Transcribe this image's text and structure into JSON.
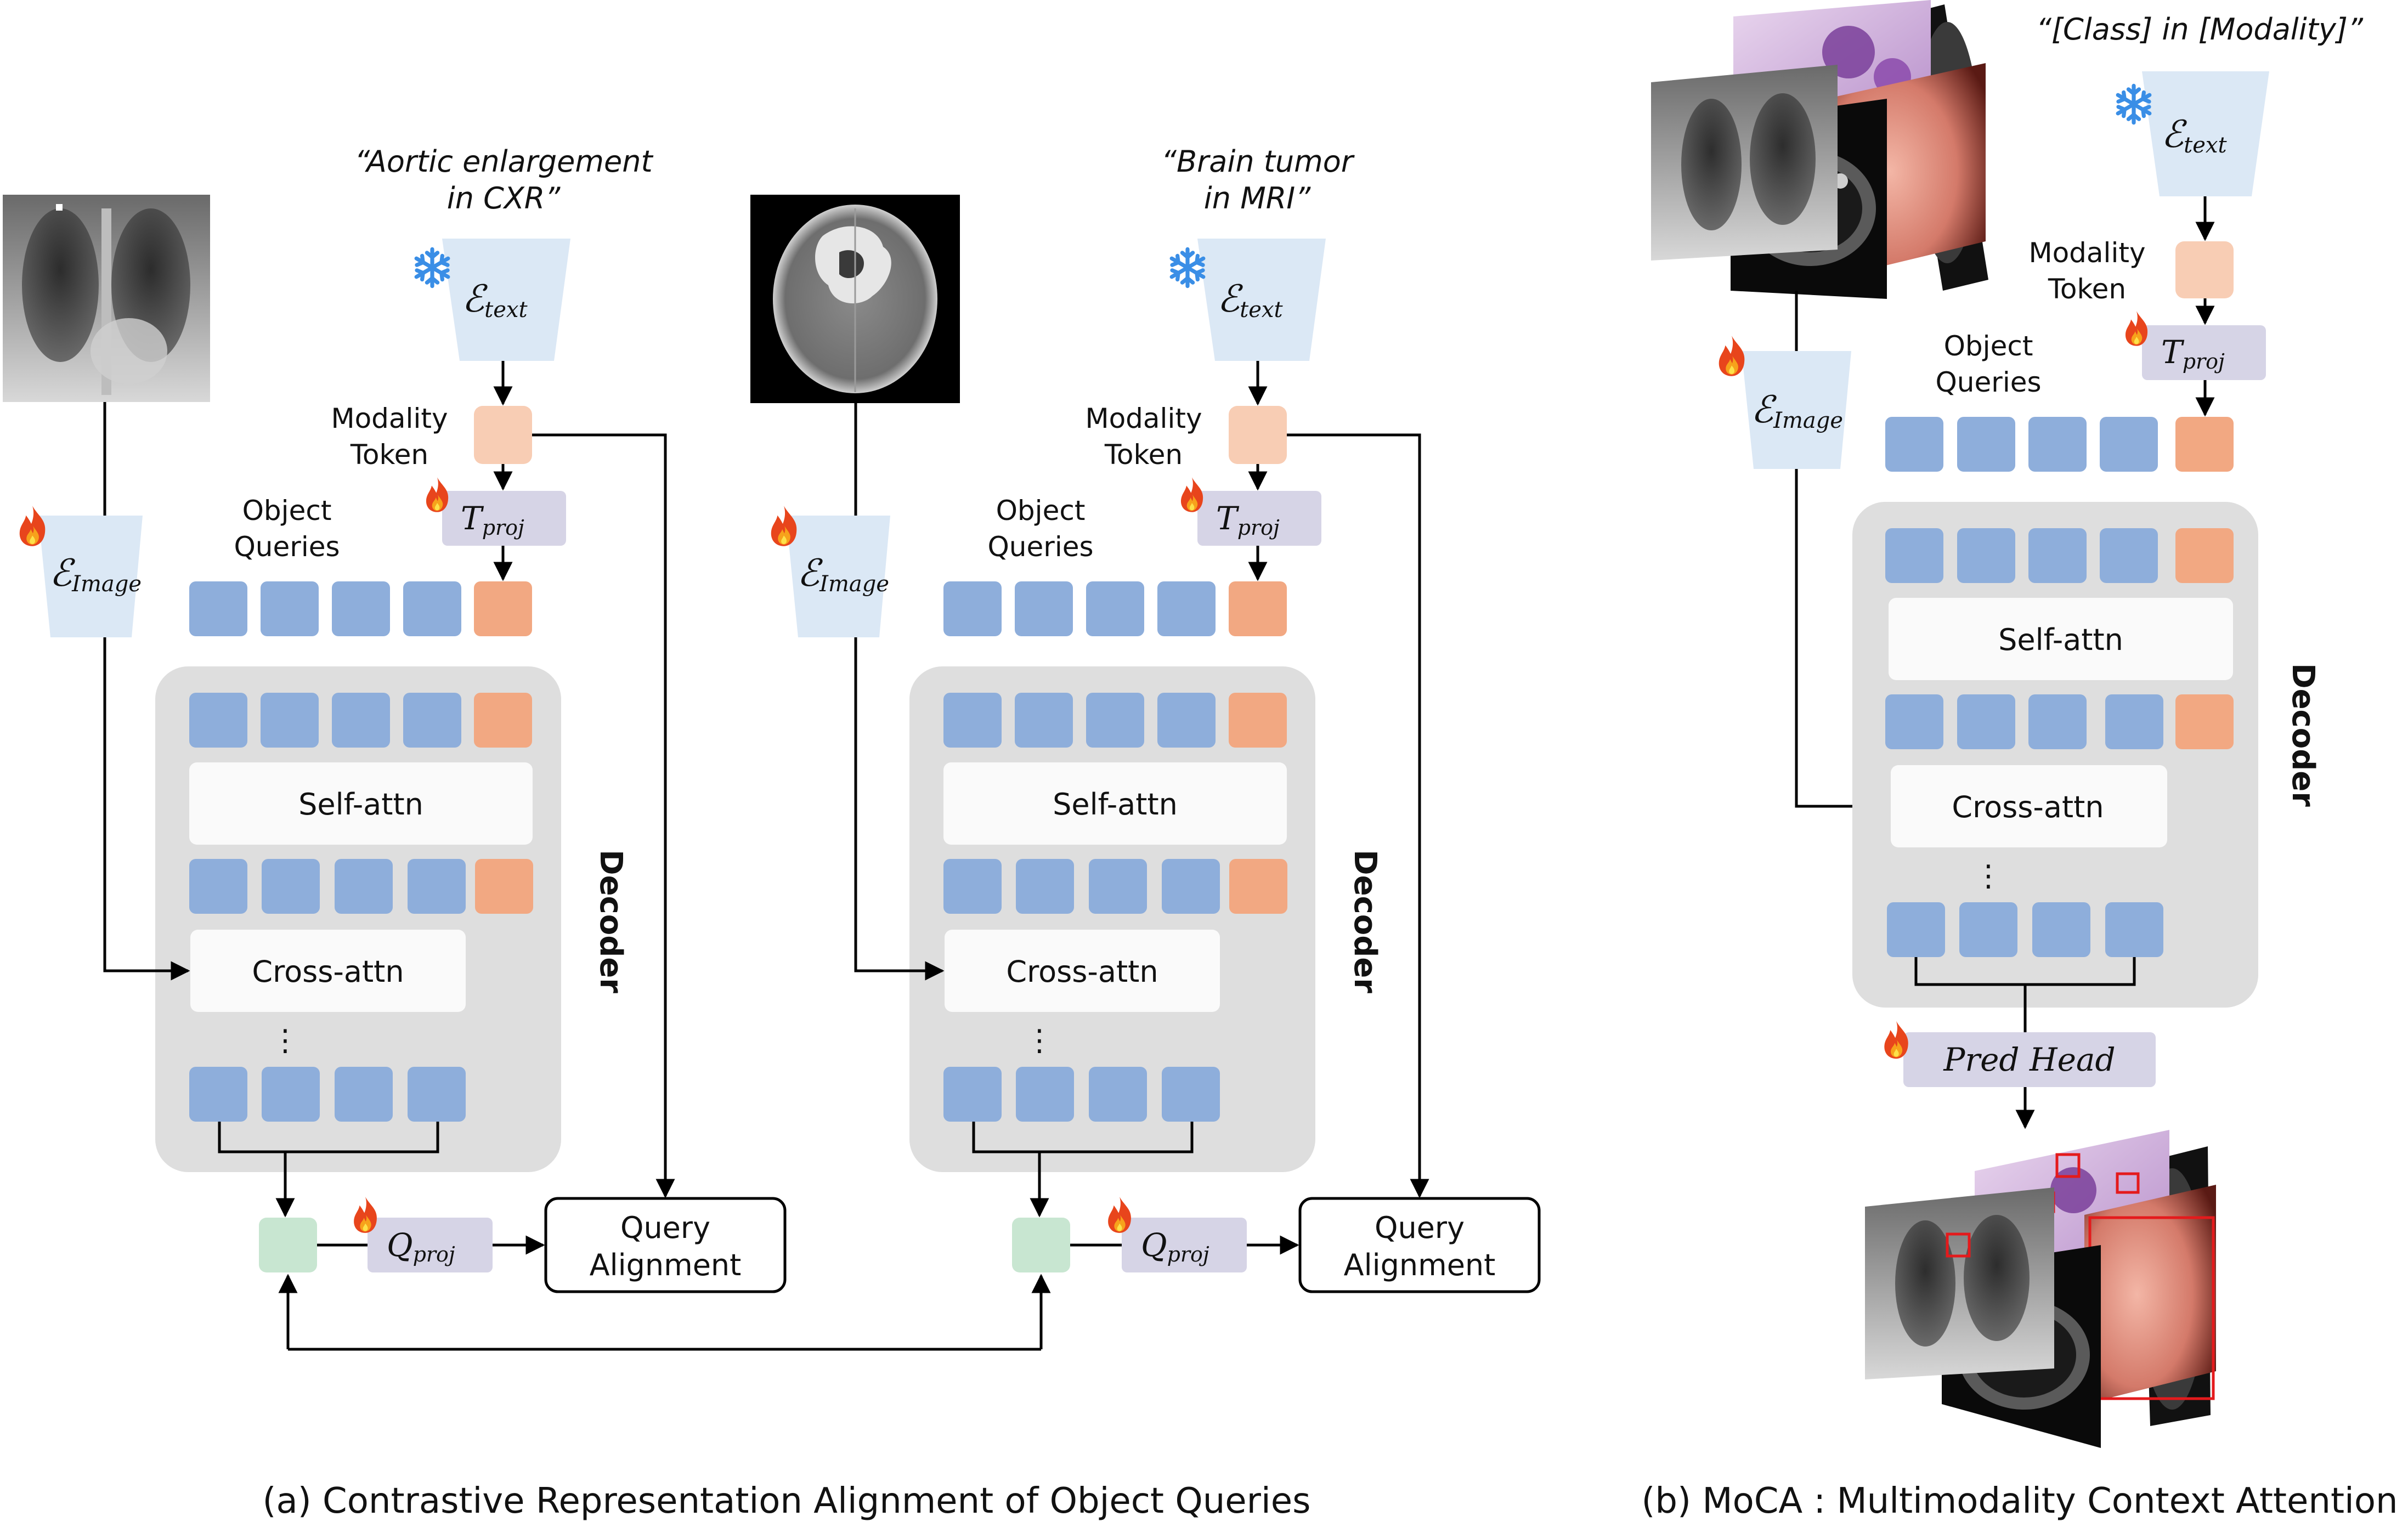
{
  "panel_a": {
    "caption": "(a) Contrastive Representation Alignment of Object Queries",
    "left": {
      "prompt_line1": "“Aortic enlargement",
      "prompt_line2": "in CXR”",
      "encoder_text": "ℰ",
      "encoder_text_sub": "text",
      "encoder_image": "ℰ",
      "encoder_image_sub": "Image",
      "modality_token_line1": "Modality",
      "modality_token_line2": "Token",
      "tproj": "T",
      "tproj_sub": "proj",
      "object_queries_line1": "Object",
      "object_queries_line2": "Queries",
      "self_attn": "Self-attn",
      "cross_attn": "Cross-attn",
      "dots": "⋮",
      "decoder": "Decoder",
      "qproj": "Q",
      "qproj_sub": "proj",
      "query_alignment_line1": "Query",
      "query_alignment_line2": "Alignment"
    },
    "right": {
      "prompt_line1": "“Brain tumor",
      "prompt_line2": "in MRI”",
      "encoder_text": "ℰ",
      "encoder_text_sub": "text",
      "encoder_image": "ℰ",
      "encoder_image_sub": "Image",
      "modality_token_line1": "Modality",
      "modality_token_line2": "Token",
      "tproj": "T",
      "tproj_sub": "proj",
      "object_queries_line1": "Object",
      "object_queries_line2": "Queries",
      "self_attn": "Self-attn",
      "cross_attn": "Cross-attn",
      "dots": "⋮",
      "decoder": "Decoder",
      "qproj": "Q",
      "qproj_sub": "proj",
      "query_alignment_line1": "Query",
      "query_alignment_line2": "Alignment"
    }
  },
  "panel_b": {
    "caption": "(b) MoCA : Multimodality Context Attention",
    "prompt": "“[Class] in [Modality]”",
    "encoder_text": "ℰ",
    "encoder_text_sub": "text",
    "encoder_image": "ℰ",
    "encoder_image_sub": "Image",
    "modality_token_line1": "Modality",
    "modality_token_line2": "Token",
    "tproj": "T",
    "tproj_sub": "proj",
    "object_queries_line1": "Object",
    "object_queries_line2": "Queries",
    "self_attn": "Self-attn",
    "cross_attn": "Cross-attn",
    "dots": "⋮",
    "decoder": "Decoder",
    "pred_head": "Pred Head"
  },
  "icons": {
    "frozen": "snowflake-icon",
    "trainable": "flame-icon"
  },
  "colors": {
    "query_blue": "#8eaedb",
    "modality_orange": "#f2a882",
    "modality_light": "#f8cdb4",
    "encoder_blue": "#dbe8f5",
    "proj_purple": "#d6d4e6",
    "decoder_gray": "#dedede",
    "pooled_green": "#c8e6d1",
    "snowflake": "#3a8ee6",
    "flame": "#e8451c"
  }
}
